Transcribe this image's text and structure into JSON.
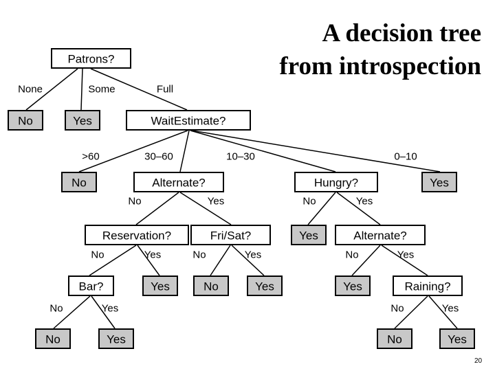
{
  "title": [
    "A decision tree",
    "from introspection"
  ],
  "page_number": "20",
  "colors": {
    "attribute_fill": "#ffffff",
    "leaf_fill": "#c8c8c8",
    "line": "#000000"
  },
  "tree": {
    "nodes": [
      {
        "id": "patrons",
        "label": "Patrons?",
        "type": "attribute"
      },
      {
        "id": "leaf-none-no",
        "label": "No",
        "type": "leaf"
      },
      {
        "id": "leaf-some-yes",
        "label": "Yes",
        "type": "leaf"
      },
      {
        "id": "waitestimate",
        "label": "WaitEstimate?",
        "type": "attribute"
      },
      {
        "id": "leaf-gt60-no",
        "label": "No",
        "type": "leaf"
      },
      {
        "id": "alternate-1",
        "label": "Alternate?",
        "type": "attribute"
      },
      {
        "id": "hungry",
        "label": "Hungry?",
        "type": "attribute"
      },
      {
        "id": "leaf-0-10-yes",
        "label": "Yes",
        "type": "leaf"
      },
      {
        "id": "reservation",
        "label": "Reservation?",
        "type": "attribute"
      },
      {
        "id": "frisat",
        "label": "Fri/Sat?",
        "type": "attribute"
      },
      {
        "id": "leaf-hungry-no-yes",
        "label": "Yes",
        "type": "leaf"
      },
      {
        "id": "alternate-2",
        "label": "Alternate?",
        "type": "attribute"
      },
      {
        "id": "bar",
        "label": "Bar?",
        "type": "attribute"
      },
      {
        "id": "leaf-res-yes",
        "label": "Yes",
        "type": "leaf"
      },
      {
        "id": "leaf-frisat-no",
        "label": "No",
        "type": "leaf"
      },
      {
        "id": "leaf-frisat-yes",
        "label": "Yes",
        "type": "leaf"
      },
      {
        "id": "leaf-alt2-no-yes",
        "label": "Yes",
        "type": "leaf"
      },
      {
        "id": "raining",
        "label": "Raining?",
        "type": "attribute"
      },
      {
        "id": "leaf-bar-no",
        "label": "No",
        "type": "leaf"
      },
      {
        "id": "leaf-bar-yes",
        "label": "Yes",
        "type": "leaf"
      },
      {
        "id": "leaf-rain-no",
        "label": "No",
        "type": "leaf"
      },
      {
        "id": "leaf-rain-yes",
        "label": "Yes",
        "type": "leaf"
      }
    ],
    "edges": [
      {
        "from": "patrons",
        "to": "leaf-none-no",
        "label": "None"
      },
      {
        "from": "patrons",
        "to": "leaf-some-yes",
        "label": "Some"
      },
      {
        "from": "patrons",
        "to": "waitestimate",
        "label": "Full"
      },
      {
        "from": "waitestimate",
        "to": "leaf-gt60-no",
        "label": ">60"
      },
      {
        "from": "waitestimate",
        "to": "alternate-1",
        "label": "30–60"
      },
      {
        "from": "waitestimate",
        "to": "hungry",
        "label": "10–30"
      },
      {
        "from": "waitestimate",
        "to": "leaf-0-10-yes",
        "label": "0–10"
      },
      {
        "from": "alternate-1",
        "to": "reservation",
        "label": "No"
      },
      {
        "from": "alternate-1",
        "to": "frisat",
        "label": "Yes"
      },
      {
        "from": "hungry",
        "to": "leaf-hungry-no-yes",
        "label": "No"
      },
      {
        "from": "hungry",
        "to": "alternate-2",
        "label": "Yes"
      },
      {
        "from": "reservation",
        "to": "bar",
        "label": "No"
      },
      {
        "from": "reservation",
        "to": "leaf-res-yes",
        "label": "Yes"
      },
      {
        "from": "frisat",
        "to": "leaf-frisat-no",
        "label": "No"
      },
      {
        "from": "frisat",
        "to": "leaf-frisat-yes",
        "label": "Yes"
      },
      {
        "from": "alternate-2",
        "to": "leaf-alt2-no-yes",
        "label": "No"
      },
      {
        "from": "alternate-2",
        "to": "raining",
        "label": "Yes"
      },
      {
        "from": "bar",
        "to": "leaf-bar-no",
        "label": "No"
      },
      {
        "from": "bar",
        "to": "leaf-bar-yes",
        "label": "Yes"
      },
      {
        "from": "raining",
        "to": "leaf-rain-no",
        "label": "No"
      },
      {
        "from": "raining",
        "to": "leaf-rain-yes",
        "label": "Yes"
      }
    ]
  }
}
